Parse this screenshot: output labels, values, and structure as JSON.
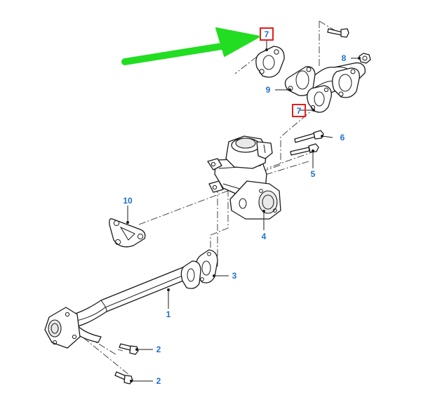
{
  "colors": {
    "callout": "#1f6fd1",
    "highlight_box": "#e02020",
    "arrow": "#22dd22",
    "line": "#1a1a1a"
  },
  "callouts": {
    "pipe": "1",
    "bolt_lower_1": "2",
    "bolt_lower_2": "2",
    "gasket_lower": "3",
    "egr_valve": "4",
    "bolt_5": "5",
    "bolt_6": "6",
    "gasket_top": "7",
    "gasket_mid": "7",
    "nut_8": "8",
    "tube_9": "9",
    "gasket_10": "10"
  },
  "highlighted_callouts": [
    "gasket_top",
    "gasket_mid"
  ],
  "pointer_arrow": {
    "icon": "arrow-right-icon",
    "points_to": "gasket_top"
  }
}
